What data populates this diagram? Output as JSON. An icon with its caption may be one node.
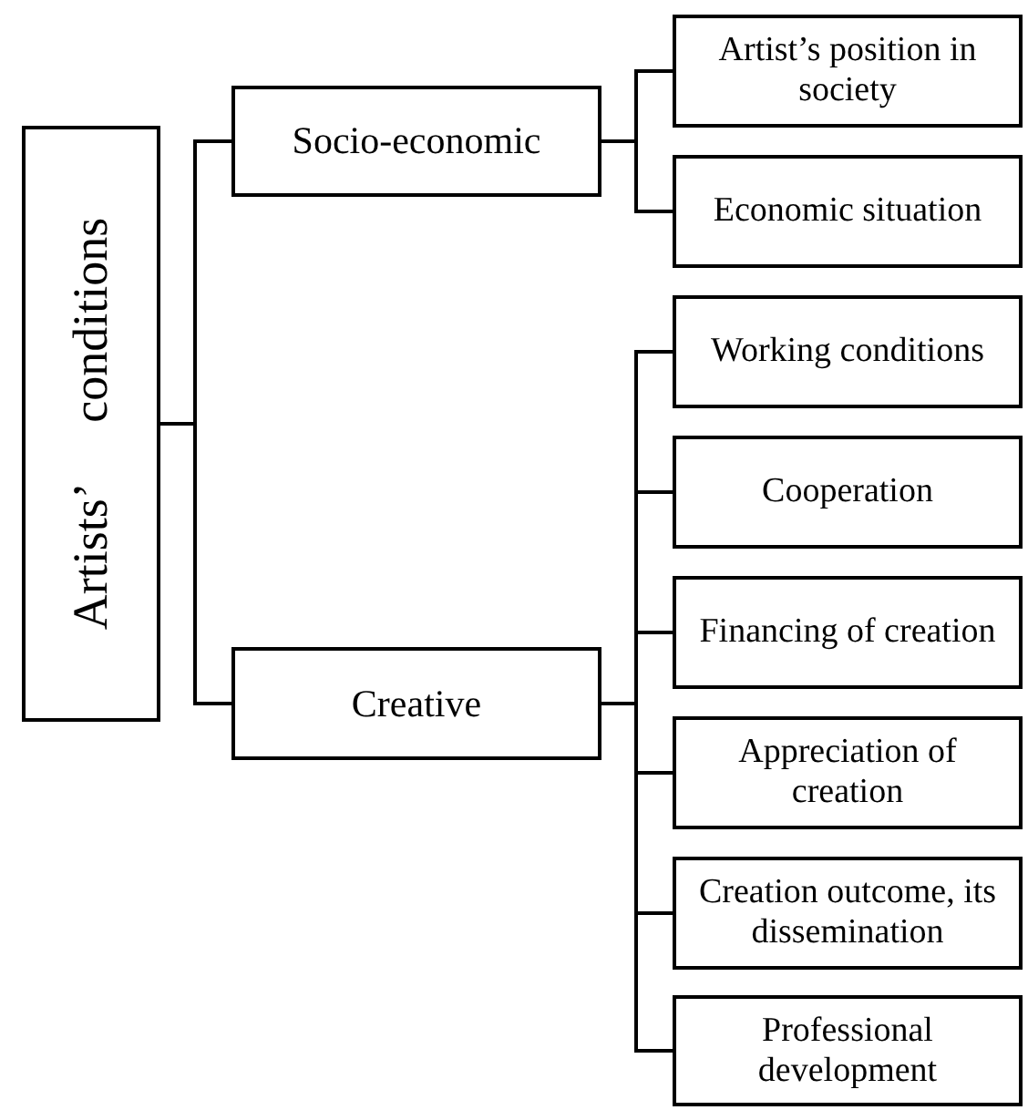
{
  "diagram": {
    "nodes": [
      {
        "text": [
          "Artists’ conditions"
        ]
      },
      {
        "text": [
          "Socio-economic"
        ]
      },
      {
        "text": [
          "Creative"
        ]
      },
      {
        "text": [
          "Artist’s position in society"
        ]
      },
      {
        "text": [
          "Economic situation"
        ]
      },
      {
        "text": [
          "Working conditions"
        ]
      },
      {
        "text": [
          "Cooperation"
        ]
      },
      {
        "text": [
          "Financing of creation"
        ]
      },
      {
        "text": [
          "Appreciation of creation"
        ]
      },
      {
        "text": [
          "Creation outcome, its dissemination"
        ]
      },
      {
        "text": [
          "Professional development"
        ]
      }
    ],
    "edges": [
      {
        "from": 0,
        "to": 1,
        "arrow": "none"
      },
      {
        "from": 0,
        "to": 2,
        "arrow": "none"
      },
      {
        "from": 1,
        "to": 3,
        "arrow": "none"
      },
      {
        "from": 1,
        "to": 4,
        "arrow": "none"
      },
      {
        "from": 2,
        "to": 5,
        "arrow": "none"
      },
      {
        "from": 2,
        "to": 6,
        "arrow": "none"
      },
      {
        "from": 2,
        "to": 7,
        "arrow": "none"
      },
      {
        "from": 2,
        "to": 8,
        "arrow": "none"
      },
      {
        "from": 2,
        "to": 9,
        "arrow": "none"
      },
      {
        "from": 2,
        "to": 10,
        "arrow": "none"
      }
    ]
  }
}
